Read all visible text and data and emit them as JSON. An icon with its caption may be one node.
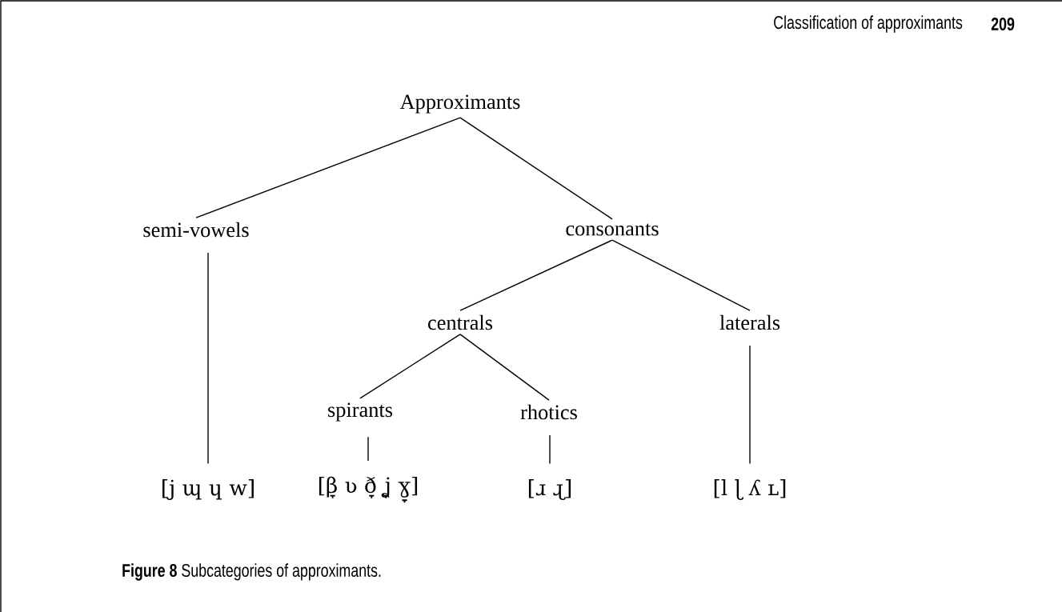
{
  "diagram": {
    "caption": "**Figure 8** Subcategories of approximants.",
    "nodes": [
      {
        "text": [
          "Approximants"
        ]
      },
      {
        "text": [
          "semi-vowels"
        ]
      },
      {
        "text": [
          "consonants"
        ]
      },
      {
        "text": [
          "centrals"
        ]
      },
      {
        "text": [
          "laterals"
        ]
      },
      {
        "text": [
          "spirants"
        ]
      },
      {
        "text": [
          "rhotics"
        ]
      },
      {
        "text": [
          "[j ɰ ɥ w]"
        ]
      },
      {
        "text": [
          "[β̞ ʋ ð̞ ʝ̞ ɣ̞]"
        ]
      },
      {
        "text": [
          "[ɹ ɻ]"
        ]
      },
      {
        "text": [
          "[l ɭ ʎ ʟ]"
        ]
      }
    ],
    "edges": [
      {
        "from": 0,
        "to": 1,
        "arrow": "none"
      },
      {
        "from": 0,
        "to": 2,
        "arrow": "none"
      },
      {
        "from": 2,
        "to": 3,
        "arrow": "none"
      },
      {
        "from": 2,
        "to": 4,
        "arrow": "none"
      },
      {
        "from": 3,
        "to": 5,
        "arrow": "none"
      },
      {
        "from": 3,
        "to": 6,
        "arrow": "none"
      },
      {
        "from": 1,
        "to": 7,
        "arrow": "none"
      },
      {
        "from": 5,
        "to": 8,
        "arrow": "none"
      },
      {
        "from": 6,
        "to": 9,
        "arrow": "none"
      },
      {
        "from": 4,
        "to": 10,
        "arrow": "none"
      }
    ],
    "labels": [
      "Classification of approximants",
      "209"
    ]
  }
}
